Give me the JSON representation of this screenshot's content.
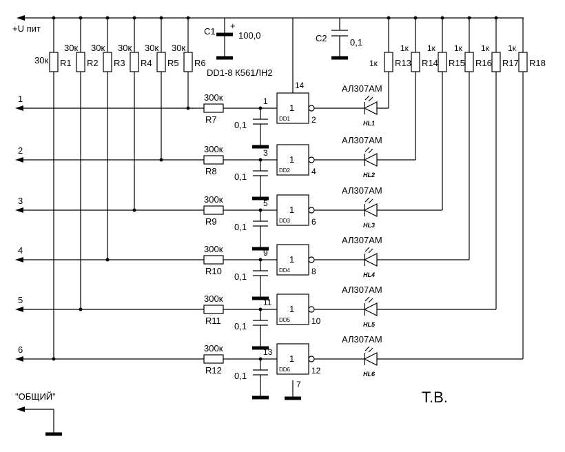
{
  "supply_label": "+U пит",
  "common_label": "\"ОБЩИЙ\"",
  "author_label": "Т.В.",
  "chip_label": "DD1-8 К561ЛН2",
  "vdd_pin": "14",
  "gnd_pin": "7",
  "c1": {
    "name": "C1",
    "value": "100,0",
    "plus": "+"
  },
  "c2": {
    "name": "C2",
    "value": "0,1"
  },
  "pullups": [
    {
      "name": "R1",
      "value": "30к"
    },
    {
      "name": "R2",
      "value": "30к"
    },
    {
      "name": "R3",
      "value": "30к"
    },
    {
      "name": "R4",
      "value": "30к"
    },
    {
      "name": "R5",
      "value": "30к"
    },
    {
      "name": "R6",
      "value": "30к"
    }
  ],
  "led_resistors": [
    {
      "name": "R13",
      "value": "1к"
    },
    {
      "name": "R14",
      "value": "1к"
    },
    {
      "name": "R15",
      "value": "1к"
    },
    {
      "name": "R16",
      "value": "1к"
    },
    {
      "name": "R17",
      "value": "1к"
    },
    {
      "name": "R18",
      "value": "1к"
    }
  ],
  "channels": [
    {
      "input": "1",
      "res_name": "R7",
      "res_value": "300к",
      "cap_value": "0,1",
      "gate_in": "1",
      "gate_out": "2",
      "gate_label": "1",
      "gate_name": "DD1",
      "led_type": "АЛ307АМ",
      "led_name": "HL1"
    },
    {
      "input": "2",
      "res_name": "R8",
      "res_value": "300к",
      "cap_value": "0,1",
      "gate_in": "3",
      "gate_out": "4",
      "gate_label": "1",
      "gate_name": "DD2",
      "led_type": "АЛ307АМ",
      "led_name": "HL2"
    },
    {
      "input": "3",
      "res_name": "R9",
      "res_value": "300к",
      "cap_value": "0,1",
      "gate_in": "5",
      "gate_out": "6",
      "gate_label": "1",
      "gate_name": "DD3",
      "led_type": "АЛ307АМ",
      "led_name": "HL3"
    },
    {
      "input": "4",
      "res_name": "R10",
      "res_value": "300к",
      "cap_value": "0,1",
      "gate_in": "9",
      "gate_out": "8",
      "gate_label": "1",
      "gate_name": "DD4",
      "led_type": "АЛ307АМ",
      "led_name": "HL4"
    },
    {
      "input": "5",
      "res_name": "R11",
      "res_value": "300к",
      "cap_value": "0,1",
      "gate_in": "11",
      "gate_out": "10",
      "gate_label": "1",
      "gate_name": "DD5",
      "led_type": "АЛ307АМ",
      "led_name": "HL5"
    },
    {
      "input": "6",
      "res_name": "R12",
      "res_value": "300к",
      "cap_value": "0,1",
      "gate_in": "13",
      "gate_out": "12",
      "gate_label": "1",
      "gate_name": "DD6",
      "led_type": "АЛ307АМ",
      "led_name": "HL6"
    }
  ]
}
